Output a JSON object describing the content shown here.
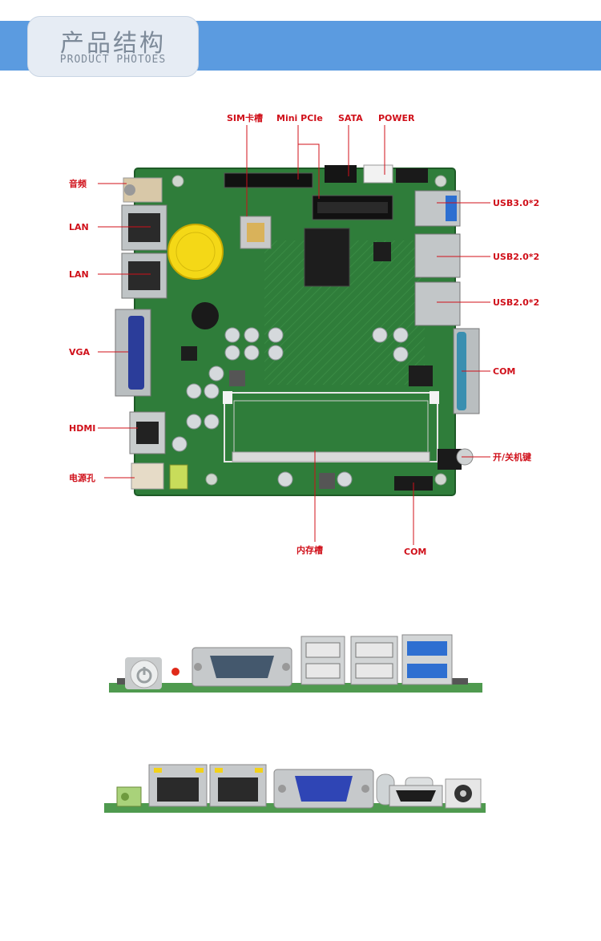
{
  "header": {
    "title_cn": "产品结构",
    "title_en": "PRODUCT PHOTOES"
  },
  "labels": {
    "sim_slot": "SIM卡槽",
    "mini_pcie": "Mini PCIe",
    "sata": "SATA",
    "power": "POWER",
    "audio": "音频",
    "lan_1": "LAN",
    "lan_2": "LAN",
    "vga": "VGA",
    "hdmi": "HDMI",
    "dc_jack": "电源孔",
    "usb30": "USB3.0*2",
    "usb20_a": "USB2.0*2",
    "usb20_b": "USB2.0*2",
    "com_right": "COM",
    "power_button": "开/关机键",
    "memory_slot": "内存槽",
    "com_bottom": "COM"
  },
  "colors": {
    "label": "#d0101a",
    "pcb": "#2f7d3a",
    "header_band": "#5b9be0"
  }
}
